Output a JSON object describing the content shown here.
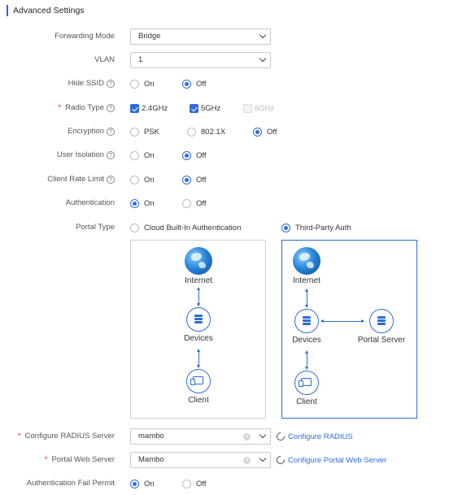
{
  "section_title": "Advanced Settings",
  "forwarding_mode": {
    "label": "Forwarding Mode",
    "value": "Bridge"
  },
  "vlan": {
    "label": "VLAN",
    "value": "1"
  },
  "hide_ssid": {
    "label": "Hide SSID",
    "options": [
      "On",
      "Off"
    ],
    "selected": "Off"
  },
  "radio_type": {
    "label": "Radio Type",
    "required": "*",
    "options": [
      "2.4GHz",
      "5GHz",
      "6GHz"
    ],
    "checked": [
      "2.4GHz",
      "5GHz"
    ],
    "disabled": [
      "6GHz"
    ]
  },
  "encryption": {
    "label": "Encryption",
    "options": [
      "PSK",
      "802.1X",
      "Off"
    ],
    "selected": "Off"
  },
  "user_isolation": {
    "label": "User Isolation",
    "options": [
      "On",
      "Off"
    ],
    "selected": "Off"
  },
  "client_rate_limit": {
    "label": "Client Rate Limit",
    "options": [
      "On",
      "Off"
    ],
    "selected": "Off"
  },
  "authentication": {
    "label": "Authentication",
    "options": [
      "On",
      "Off"
    ],
    "selected": "On"
  },
  "portal_type": {
    "label": "Portal Type",
    "options": [
      "Cloud Built-In Authentication",
      "Third-Party Auth"
    ],
    "selected": "Third-Party Auth",
    "diagram_left": {
      "internet": "Internet",
      "devices": "Devices",
      "client": "Client"
    },
    "diagram_right": {
      "internet": "Internet",
      "devices": "Devices",
      "portal_server": "Portal Server",
      "client": "Client"
    }
  },
  "radius_server": {
    "label": "Configure RADIUS Server",
    "required": "*",
    "value": "mambo",
    "link": "Configure RADIUS"
  },
  "portal_web_server": {
    "label": "Portal Web Server",
    "required": "*",
    "value": "Mambo",
    "link": "Configure Portal Web Server"
  },
  "auth_fail_permit": {
    "label": "Authentication Fail Permit",
    "options": [
      "On",
      "Off"
    ],
    "selected": "On"
  },
  "help_glyph": "?",
  "clear_glyph": "×",
  "colors": {
    "accent": "#2f6bd9",
    "required": "#e02424"
  }
}
